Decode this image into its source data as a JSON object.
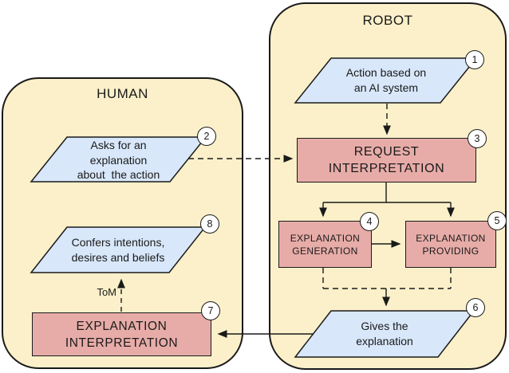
{
  "diagram": {
    "containers": {
      "human": {
        "title": "HUMAN"
      },
      "robot": {
        "title": "ROBOT"
      }
    },
    "nodes": {
      "action": {
        "label": "Action based on\nan AI system",
        "step": "1"
      },
      "asks": {
        "label": "Asks for an\nexplanation\nabout  the action",
        "step": "2"
      },
      "request_interpretation": {
        "label": "REQUEST\nINTERPRETATION",
        "step": "3"
      },
      "explanation_generation": {
        "label": "EXPLANATION\nGENERATION",
        "step": "4"
      },
      "explanation_providing": {
        "label": "EXPLANATION\nPROVIDING",
        "step": "5"
      },
      "gives": {
        "label": "Gives the\nexplanation",
        "step": "6"
      },
      "explanation_interpretation": {
        "label": "EXPLANATION\nINTERPRETATION",
        "step": "7"
      },
      "confers": {
        "label": "Confers intentions,\ndesires and beliefs",
        "step": "8"
      }
    },
    "annotations": {
      "tom": "ToM"
    },
    "colors": {
      "container_fill": "#FBF0C9",
      "parallelogram_fill": "#D8E7FA",
      "process_fill": "#E7ACA8",
      "border": "#1A1A1A",
      "circle_fill": "#FFFFFF",
      "background": "#FFFFFF"
    }
  }
}
